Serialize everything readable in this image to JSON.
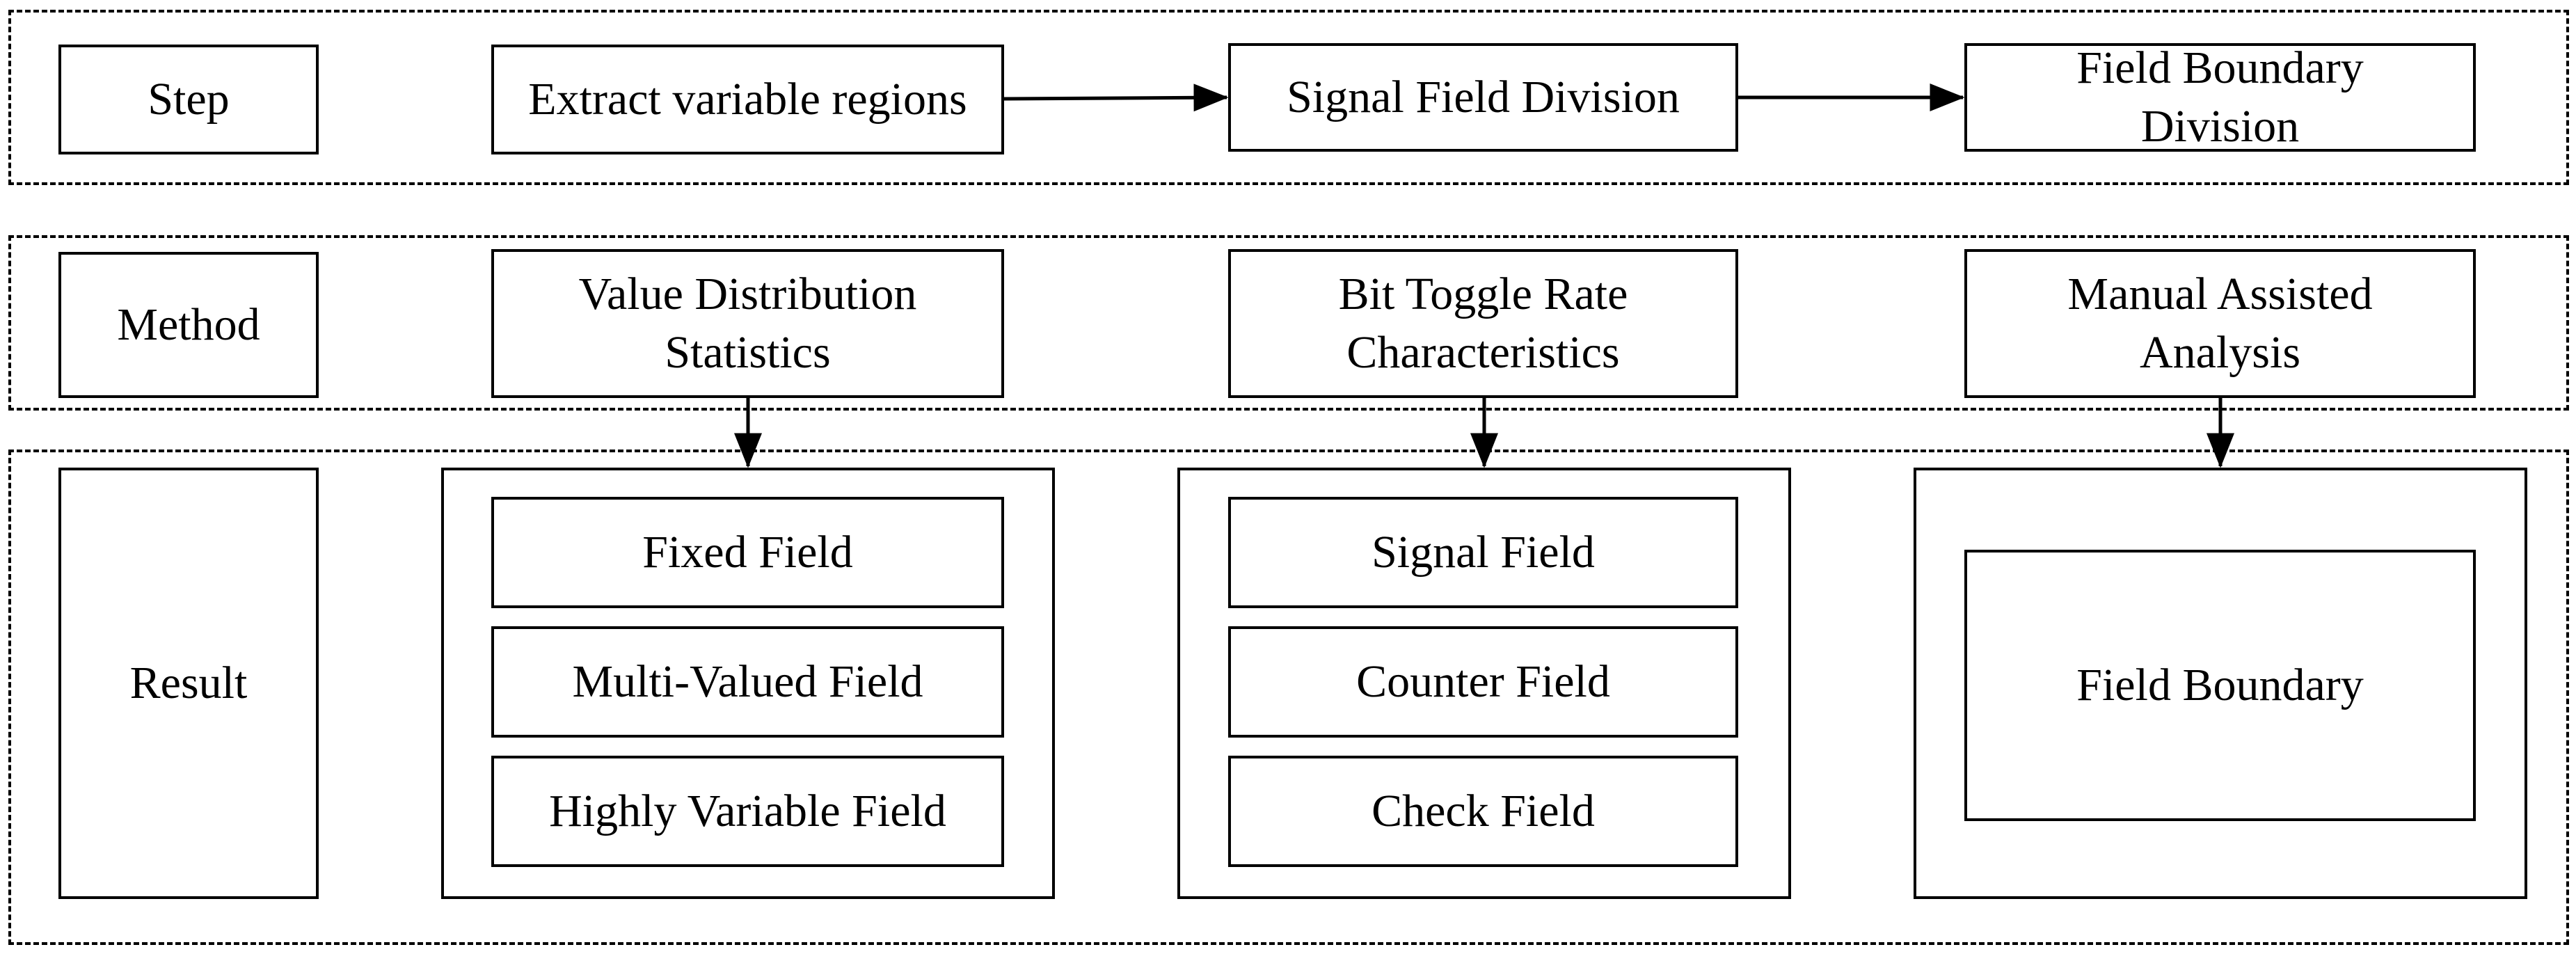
{
  "rows": {
    "step": {
      "label": "Step",
      "items": [
        "Extract variable regions",
        "Signal Field Division",
        "Field Boundary\nDivision"
      ]
    },
    "method": {
      "label": "Method",
      "items": [
        "Value Distribution\nStatistics",
        "Bit Toggle Rate\nCharacteristics",
        "Manual Assisted\nAnalysis"
      ]
    },
    "result": {
      "label": "Result",
      "groups": [
        [
          "Fixed Field",
          "Multi-Valued Field",
          "Highly Variable Field"
        ],
        [
          "Signal Field",
          "Counter Field",
          "Check Field"
        ],
        [
          "Field Boundary"
        ]
      ]
    }
  }
}
